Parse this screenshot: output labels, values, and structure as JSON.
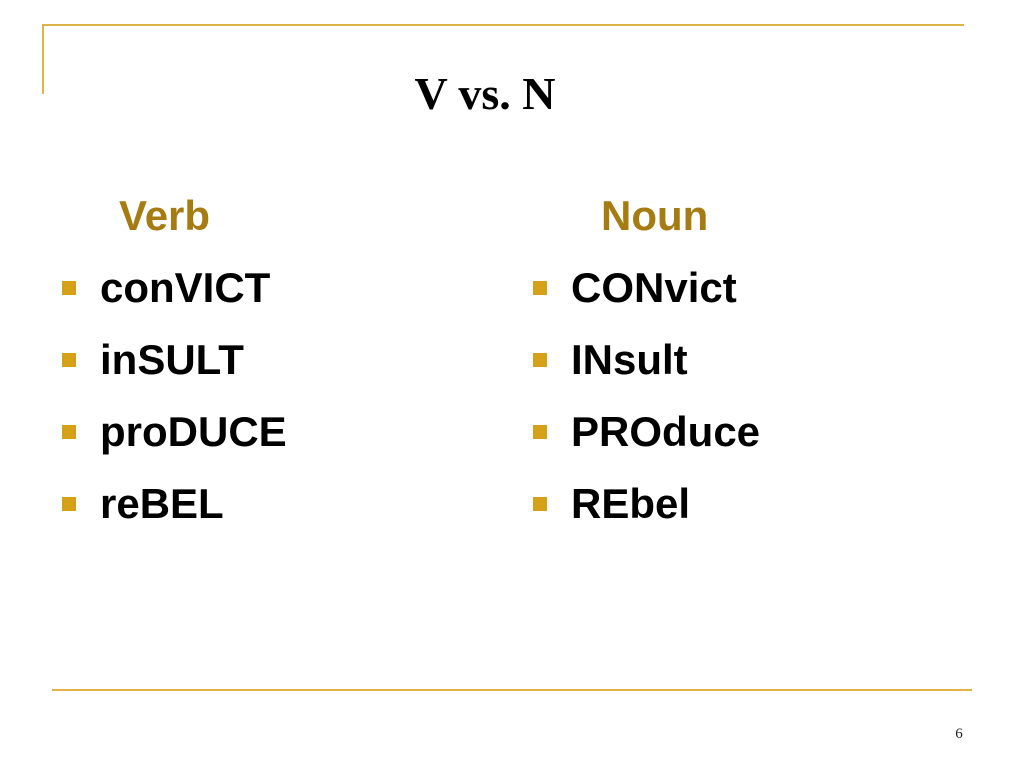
{
  "slide": {
    "title": "V vs. N",
    "page_number": "6"
  },
  "columns": {
    "verb": {
      "heading": "Verb",
      "items": [
        "conVICT",
        "inSULT",
        "proDUCE",
        "reBEL"
      ]
    },
    "noun": {
      "heading": "Noun",
      "items": [
        "CONvict",
        "INsult",
        "PROduce",
        "REbel"
      ]
    }
  },
  "colors": {
    "accent_line": "#e0b24a",
    "heading": "#a67c12",
    "bullet": "#d4a017"
  }
}
